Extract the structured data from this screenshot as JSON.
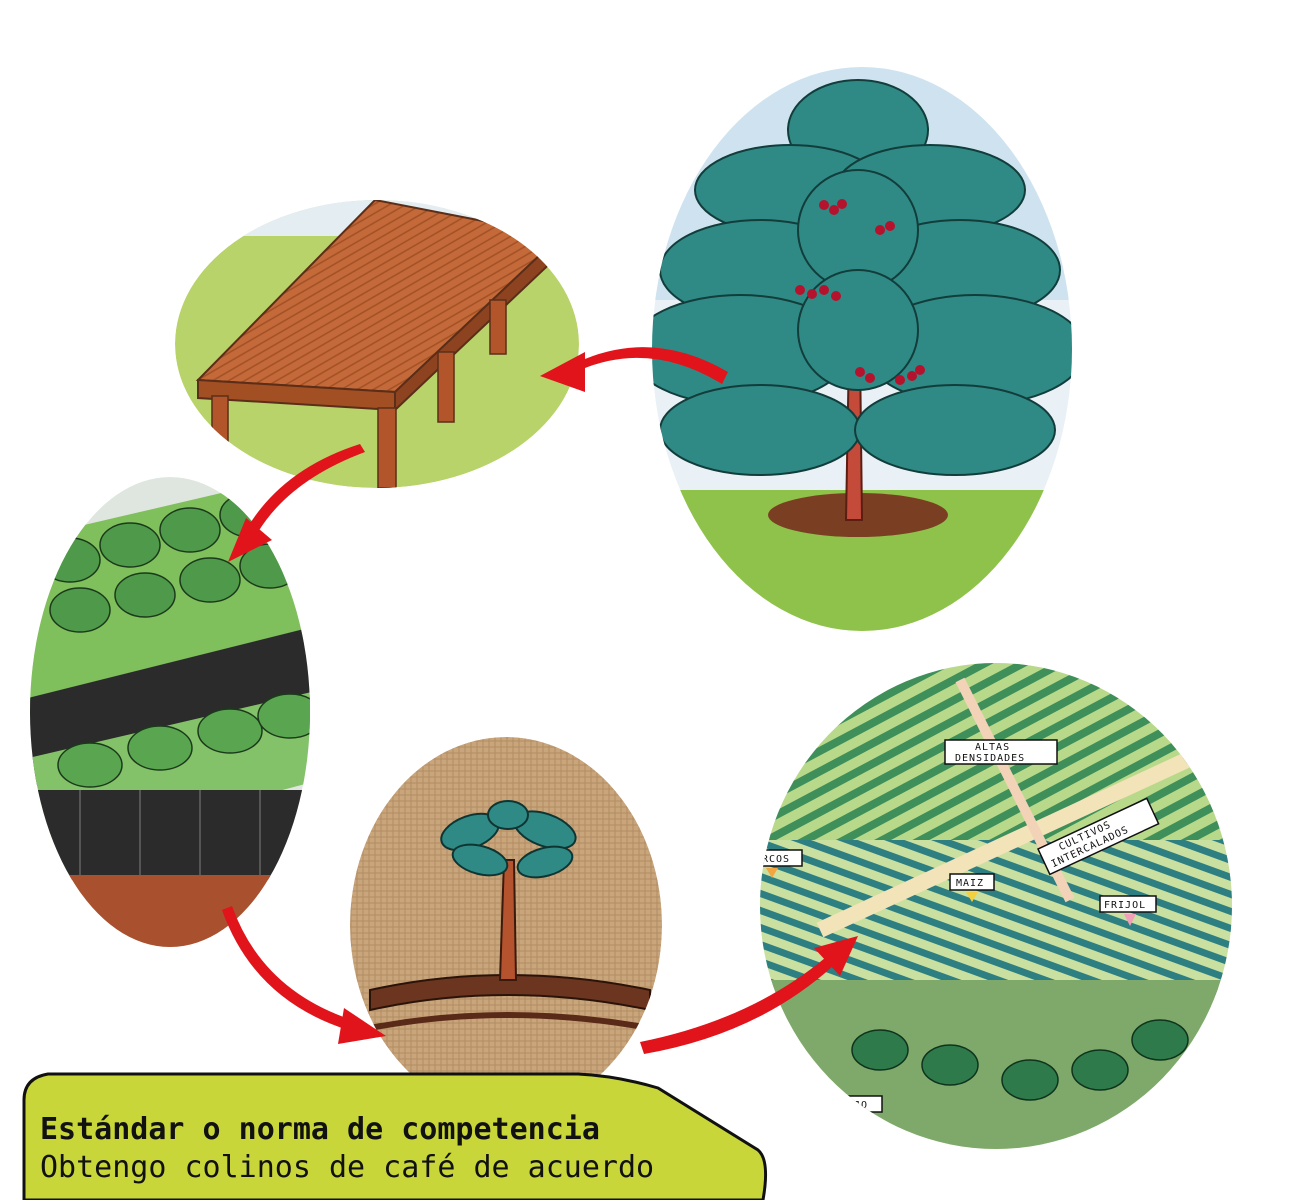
{
  "callout": {
    "title": "Estándar o norma de competencia",
    "text": "Obtengo colinos de café de acuerdo"
  },
  "map_labels": {
    "altas_densidades_1": "ALTAS",
    "altas_densidades_2": "DENSIDADES",
    "cultivos_intercalados_1": "CULTIVOS",
    "cultivos_intercalados_2": "INTERCALADOS",
    "arcos": "RCOS",
    "maiz": "MAIZ",
    "frijol": "FRIJOL",
    "bajo": "BAJO"
  },
  "colors": {
    "arrow": "#e0141a",
    "callout_fill": "#c8d63a",
    "grass": "#8fc24a",
    "foliage": "#2f8a86",
    "soil": "#7a3f22"
  }
}
